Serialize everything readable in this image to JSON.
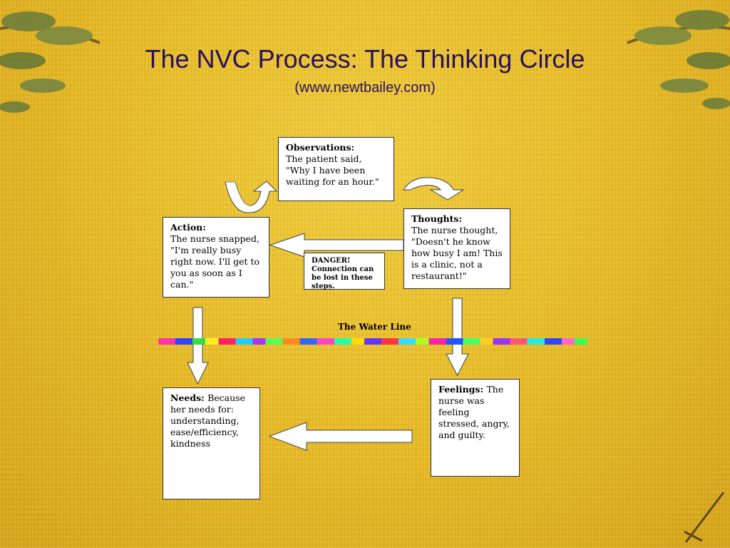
{
  "slide": {
    "title": "The NVC Process: The Thinking Circle",
    "subtitle": "(www.newtbailey.com)"
  },
  "observations": {
    "heading": "Observations:",
    "text": "The patient said, \"Why I have been waiting for an hour.\""
  },
  "thoughts": {
    "heading": "Thoughts:",
    "text": "The nurse thought, \"Doesn't he know how busy I am! This is a clinic, not a restaurant!\""
  },
  "action": {
    "heading": "Action:",
    "text": "The nurse snapped, \"I'm really busy right now. I'll get to you as soon as I can.\""
  },
  "danger": {
    "text": "DANGER! Connection can be lost in these steps."
  },
  "waterline": {
    "label": "The Water Line"
  },
  "feelings": {
    "heading": "Feelings:",
    "text": "The nurse was feeling stressed, angry, and guilty."
  },
  "needs": {
    "heading": "Needs:",
    "text": "Because her needs for: understanding, ease/efficiency, kindness"
  },
  "colors": {
    "background": "#e9bb24",
    "title": "#2a1060"
  },
  "icons": [
    "pine-branch-icon",
    "curved-arrow-icon",
    "block-arrow-icon",
    "sword-icon"
  ]
}
